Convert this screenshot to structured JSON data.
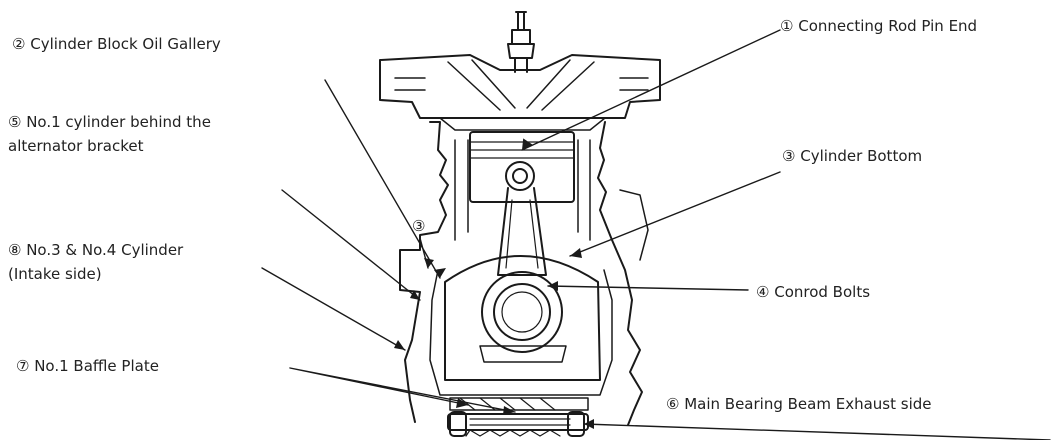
{
  "labels": {
    "l1": "① Connecting Rod Pin End",
    "l2": "② Cylinder Block Oil Gallery",
    "l3": "③ Cylinder Bottom",
    "l3b": "③",
    "l4": "④ Conrod Bolts",
    "l5a": "⑤ No.1 cylinder behind the",
    "l5b": "alternator bracket",
    "l6": "⑥ Main Bearing Beam Exhaust side",
    "l7": "⑦ No.1 Baffle Plate",
    "l8a": "⑧ No.3 & No.4 Cylinder",
    "l8b": "(Intake side)"
  },
  "colors": {
    "line": "#1a1a1a",
    "text": "#222222",
    "background": "#ffffff"
  }
}
